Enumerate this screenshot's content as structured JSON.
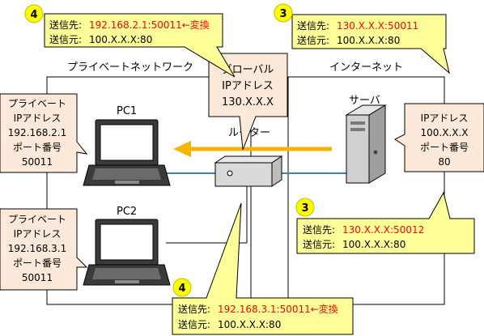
{
  "regions": {
    "private_label": "プライベートネットワーク",
    "internet_label": "インターネット"
  },
  "router": {
    "label": "ルーター",
    "callout": [
      "グローバル",
      "IPアドレス",
      "130.X.X.X"
    ]
  },
  "pc1": {
    "label": "PC1",
    "info": [
      "プライベート",
      "IPアドレス",
      "192.168.2.1",
      "ポート番号",
      "50011"
    ]
  },
  "pc2": {
    "label": "PC2",
    "info": [
      "プライベート",
      "IPアドレス",
      "192.168.3.1",
      "ポート番号",
      "50011"
    ]
  },
  "server": {
    "label": "サーバ",
    "info": [
      "IPアドレス",
      "100.X.X.X",
      "ポート番号",
      "80"
    ]
  },
  "callouts": {
    "top_left": {
      "step": "4",
      "dest_label": "送信先:",
      "dest_value": "192.168.2.1:50011←変換",
      "src_label": "送信元:",
      "src_value": "100.X.X.X:80"
    },
    "top_right": {
      "step": "3",
      "dest_label": "送信先:",
      "dest_value": "130.X.X.X:50011",
      "src_label": "送信元:",
      "src_value": "100.X.X.X:80"
    },
    "mid_right": {
      "step": "3",
      "dest_label": "送信先:",
      "dest_value": "130.X.X.X:50012",
      "src_label": "送信元:",
      "src_value": "100.X.X.X:80"
    },
    "bottom": {
      "step": "4",
      "dest_label": "送信先:",
      "dest_value": "192.168.3.1:50011←変換",
      "src_label": "送信元:",
      "src_value": "100.X.X.X:80"
    }
  },
  "colors": {
    "callout_yellow": "#ffff99",
    "info_peach": "#fde9d9",
    "arrow_orange": "#f5b400",
    "line_blue": "#3f7fc0",
    "highlight_red": "#ff0000"
  }
}
